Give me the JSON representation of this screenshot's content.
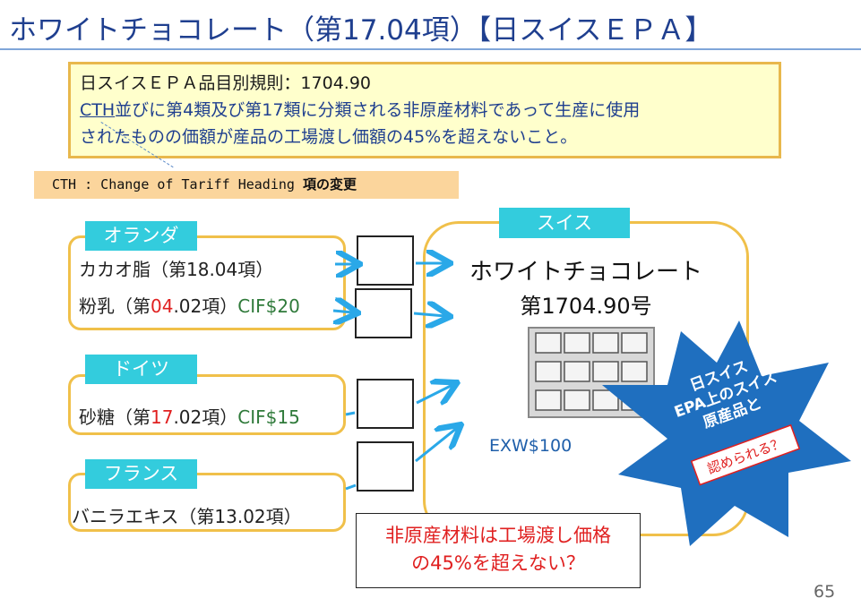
{
  "title": "ホワイトチョコレート（第17.04項）【日スイスＥＰＡ】",
  "rule": {
    "heading": "日スイスＥＰＡ品目別規則：1704.90",
    "cth_link": "CTH",
    "body_line1": "並びに第4類及び第17類に分類される非原産材料であって生産に使用",
    "body_line2": "されたものの価額が産品の工場渡し価額の45%を超えないこと。"
  },
  "cth_note": {
    "text": "CTH : Change of Tariff Heading",
    "bold": "項の変更"
  },
  "countries": {
    "netherlands": {
      "tag": "オランダ",
      "item1": "カカオ脂（第18.04項）",
      "item2_pre": "粉乳（第",
      "item2_red": "04",
      "item2_post": ".02項）",
      "item2_cif": "CIF$20"
    },
    "germany": {
      "tag": "ドイツ",
      "item_pre": "砂糖（第",
      "item_red": "17",
      "item_post": ".02項）",
      "item_cif": "CIF$15"
    },
    "france": {
      "tag": "フランス",
      "item": "バニラエキス（第13.02項）"
    }
  },
  "swiss": {
    "tag": "スイス",
    "product": "ホワイトチョコレート",
    "code": "第1704.90号",
    "exw": "EXW$100"
  },
  "star": {
    "line1": "日スイス",
    "line2": "EPA上のスイス",
    "line3": "原産品と",
    "line4": "認められる？"
  },
  "question": {
    "line1": "非原産材料は工場渡し価格",
    "line2": "の45%を超えない？"
  },
  "page_number": "65",
  "colors": {
    "title": "#1f3f8f",
    "tag": "#33ccdd",
    "box_border": "#f0c04a",
    "arrow": "#2aa8e8",
    "star": "#1f6fbf",
    "red": "#e02020",
    "cif": "#2f7a3a"
  }
}
